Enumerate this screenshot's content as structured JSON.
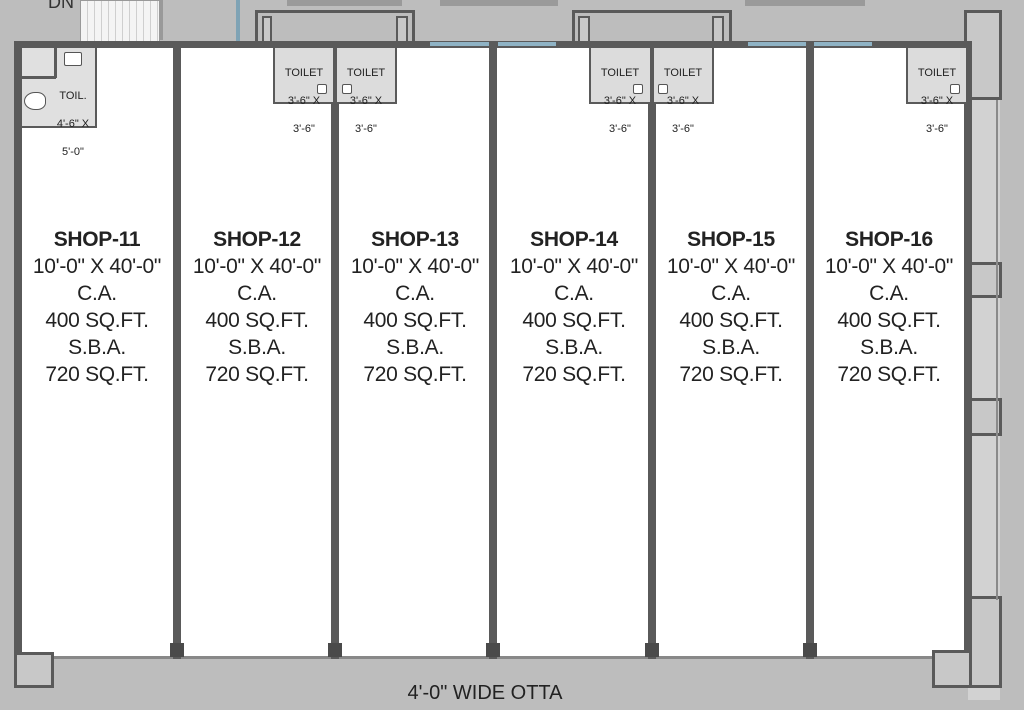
{
  "top": {
    "stair_label": "DN"
  },
  "shops": [
    {
      "name": "SHOP-11",
      "size": "10'-0\" X 40'-0\"",
      "ca_label": "C.A.",
      "ca_value": "400 SQ.FT.",
      "sba_label": "S.B.A.",
      "sba_value": "720 SQ.FT."
    },
    {
      "name": "SHOP-12",
      "size": "10'-0\" X 40'-0\"",
      "ca_label": "C.A.",
      "ca_value": "400 SQ.FT.",
      "sba_label": "S.B.A.",
      "sba_value": "720 SQ.FT."
    },
    {
      "name": "SHOP-13",
      "size": "10'-0\" X 40'-0\"",
      "ca_label": "C.A.",
      "ca_value": "400 SQ.FT.",
      "sba_label": "S.B.A.",
      "sba_value": "720 SQ.FT."
    },
    {
      "name": "SHOP-14",
      "size": "10'-0\" X 40'-0\"",
      "ca_label": "C.A.",
      "ca_value": "400 SQ.FT.",
      "sba_label": "S.B.A.",
      "sba_value": "720 SQ.FT."
    },
    {
      "name": "SHOP-15",
      "size": "10'-0\" X 40'-0\"",
      "ca_label": "C.A.",
      "ca_value": "400 SQ.FT.",
      "sba_label": "S.B.A.",
      "sba_value": "720 SQ.FT."
    },
    {
      "name": "SHOP-16",
      "size": "10'-0\" X 40'-0\"",
      "ca_label": "C.A.",
      "ca_value": "400 SQ.FT.",
      "sba_label": "S.B.A.",
      "sba_value": "720 SQ.FT."
    }
  ],
  "corner_toilet": {
    "name": "TOIL.",
    "size_line1": "4'-6\" X",
    "size_line2": "5'-0\""
  },
  "toilets": [
    {
      "name": "TOILET",
      "size_line1": "3'-6\" X",
      "size_line2": "3'-6\""
    },
    {
      "name": "TOILET",
      "size_line1": "3'-6\" X",
      "size_line2": "3'-6\""
    },
    {
      "name": "TOILET",
      "size_line1": "3'-6\" X",
      "size_line2": "3'-6\""
    },
    {
      "name": "TOILET",
      "size_line1": "3'-6\" X",
      "size_line2": "3'-6\""
    },
    {
      "name": "TOILET",
      "size_line1": "3'-6\" X",
      "size_line2": "3'-6\""
    }
  ],
  "otta": {
    "label": "4'-0\" WIDE OTTA"
  },
  "colors": {
    "wall": "#5a5a5a",
    "floor": "#ffffff",
    "background": "#bdbdbd",
    "toilet_fill": "#dcdcdc",
    "window": "#8fb3c5"
  }
}
